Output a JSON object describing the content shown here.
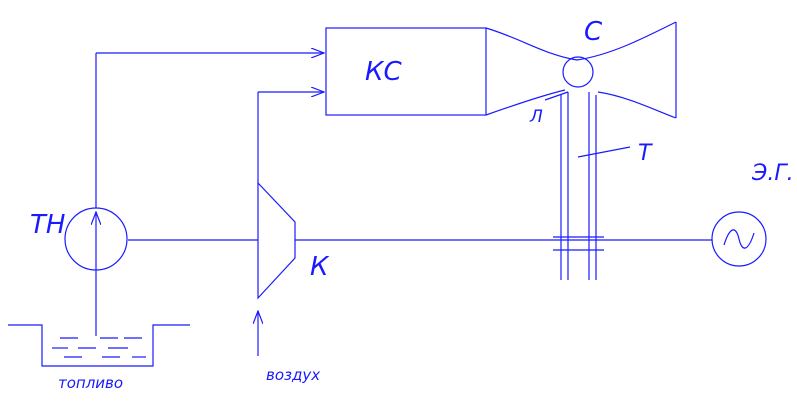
{
  "labels": {
    "combustion_chamber": "КС",
    "nozzle": "С",
    "blade": "Л",
    "turbine": "Т",
    "generator": "Э.Г.",
    "pump": "ТН",
    "compressor": "К",
    "air": "воздух",
    "fuel": "топливо"
  },
  "colors": {
    "line": "#1a1aff",
    "background": "#ffffff"
  }
}
